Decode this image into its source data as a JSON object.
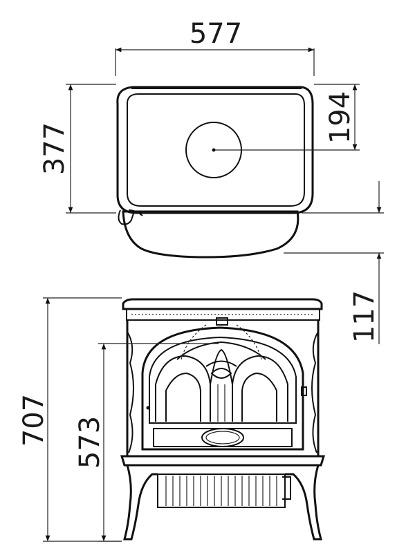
{
  "dimensions": {
    "width": "577",
    "depth": "377",
    "flue_offset": "194",
    "flue_to_base_gap": "117",
    "overall_height": "707",
    "rear_outlet_height": "573"
  },
  "colors": {
    "line": "#111111",
    "background": "#ffffff"
  }
}
